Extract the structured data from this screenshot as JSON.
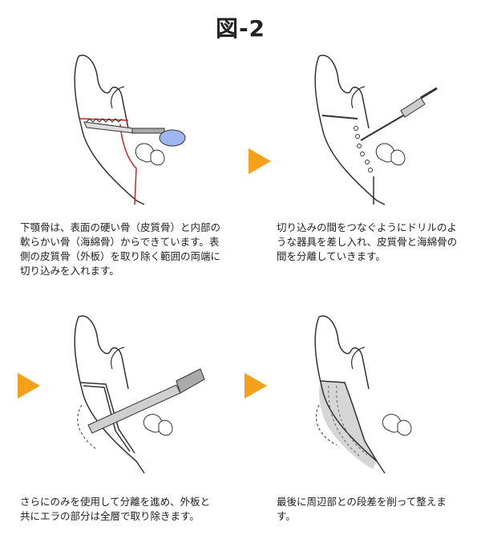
{
  "title": "図-2",
  "steps": [
    {
      "caption": "下顎骨は、表面の硬い骨（皮質骨）と内部の軟らかい骨（海綿骨）からできています。表側の皮質骨（外板）を取り除く範囲の両端に切り込みを入れます。"
    },
    {
      "caption": "切り込みの間をつなぐようにドリルのような器具を差し入れ、皮質骨と海綿骨の間を分離していきます。"
    },
    {
      "caption": "さらにのみを使用して分離を進め、外板と共にエラの部分は全層で取り除きます。"
    },
    {
      "caption": "最後に周辺部との段差を削って整えます。"
    }
  ],
  "colors": {
    "arrow": "#f5a01a",
    "cut_line": "#d32020",
    "drill_tip": "#9fb6f0",
    "removed_area": "#d6d6d6",
    "outline": "#333333"
  }
}
